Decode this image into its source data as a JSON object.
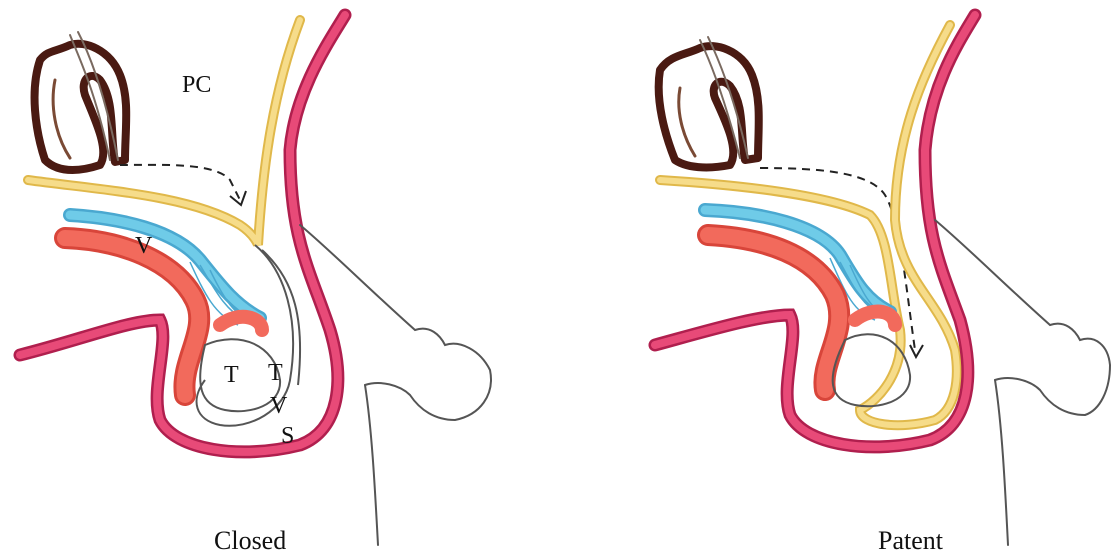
{
  "panels": [
    {
      "id": "closed",
      "caption": "Closed",
      "labels": {
        "pc": "PC",
        "v_upper": "V",
        "t_left": "T",
        "t_right": "T",
        "v_lower": "V",
        "s": "S"
      }
    },
    {
      "id": "patent",
      "caption": "Patent"
    }
  ],
  "colors": {
    "bowel_outline": "#4a1a12",
    "yellow_layer": "#f0d27a",
    "blue_layer": "#5fc3e4",
    "red_layer": "#ef5a4e",
    "pink_layer": "#e0306a",
    "outline": "#555555"
  }
}
